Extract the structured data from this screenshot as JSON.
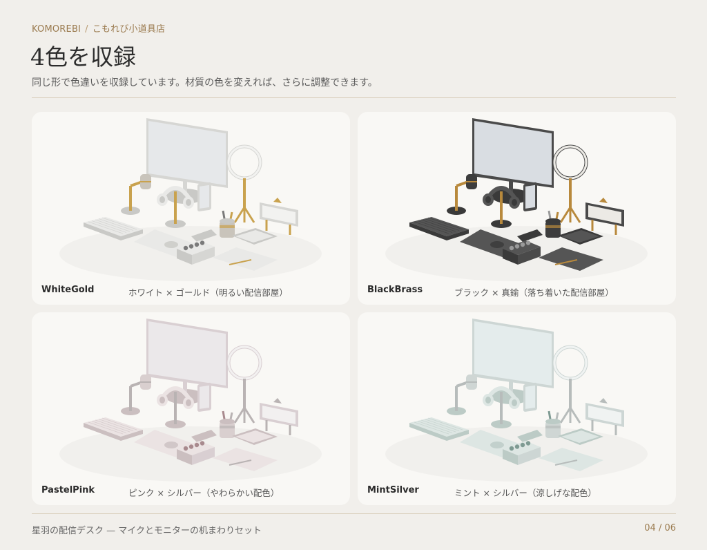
{
  "header": {
    "brand": "KOMOREBI",
    "separator": "/",
    "shop": "こもれび小道具店",
    "title": "4色を収録",
    "subtitle": "同じ形で色違いを収録しています。材質の色を変えれば、さらに調整できます。"
  },
  "variants": [
    {
      "name": "WhiteGold",
      "description": "ホワイト × ゴールド（明るい配信部屋）",
      "colors": {
        "body": "#e9e9e7",
        "body_dark": "#c9c9c6",
        "accent": "#c9a24e",
        "screen": "#e6e8ea",
        "frame": "#d6d6d3",
        "mic": "#c9c4bb",
        "ring": "#f2f2f0",
        "knob": "#7a7a7a"
      }
    },
    {
      "name": "BlackBrass",
      "description": "ブラック × 真鍮（落ち着いた配信部屋）",
      "colors": {
        "body": "#555555",
        "body_dark": "#3a3a3a",
        "accent": "#b8893c",
        "screen": "#d9dde2",
        "frame": "#4a4a4a",
        "mic": "#3d3d3d",
        "ring": "#eceae5",
        "knob": "#9a9a9a"
      }
    },
    {
      "name": "PastelPink",
      "description": "ピンク × シルバー（やわらかい配色）",
      "colors": {
        "body": "#ebe3e3",
        "body_dark": "#cbbfc0",
        "accent": "#b9b3b3",
        "screen": "#ebe8ea",
        "frame": "#d9cfd2",
        "mic": "#d9cfcf",
        "ring": "#f2f0f0",
        "knob": "#a88a8e"
      }
    },
    {
      "name": "MintSilver",
      "description": "ミント × シルバー（涼しげな配色）",
      "colors": {
        "body": "#dde6e3",
        "body_dark": "#bccbc6",
        "accent": "#b7bcbb",
        "screen": "#e4ecec",
        "frame": "#cdd6d4",
        "mic": "#cfd6d4",
        "ring": "#f0f3f2",
        "knob": "#7e9a92"
      }
    }
  ],
  "footer": {
    "text": "星羽の配信デスク — マイクとモニターの机まわりセット",
    "page": "04 / 06"
  }
}
